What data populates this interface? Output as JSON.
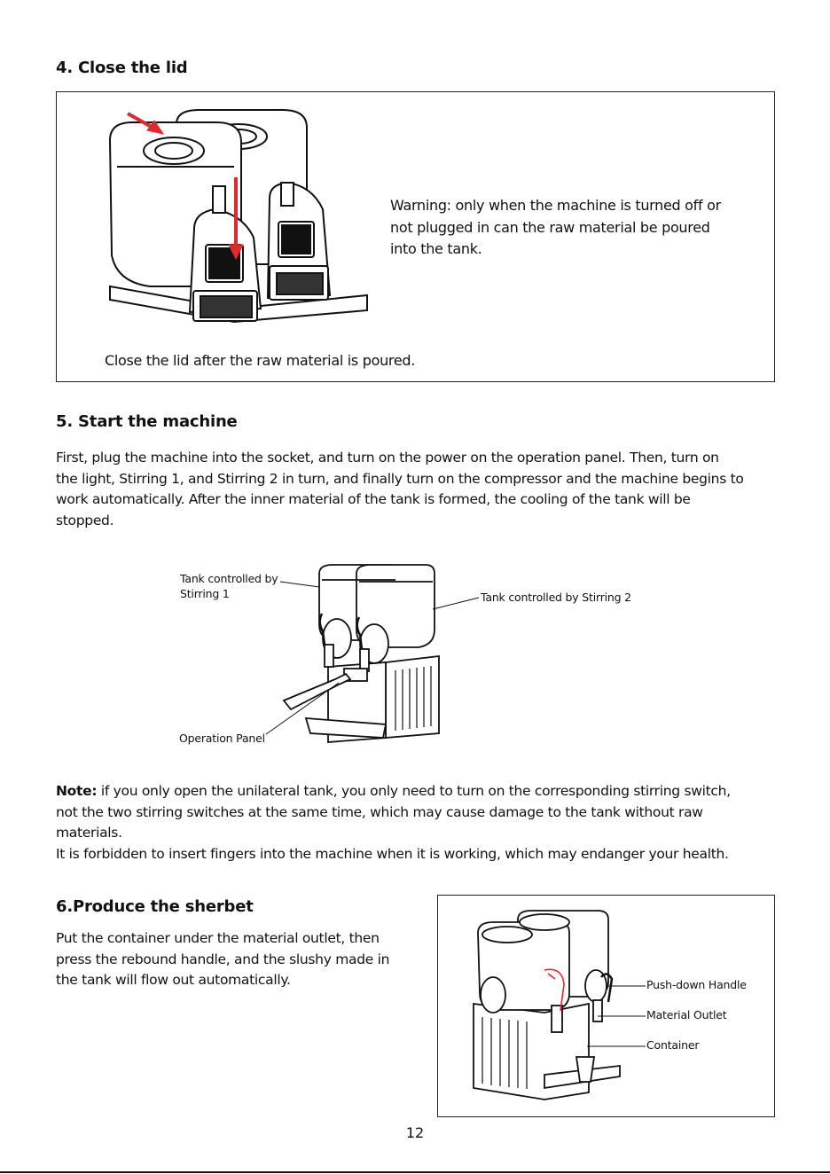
{
  "section4": {
    "heading": "4. Close the lid",
    "warning": [
      "Warning: only when the machine is turned off or",
      "not plugged in can the raw material be poured",
      "into the tank."
    ],
    "caption": "Close the lid after the raw material is poured."
  },
  "section5": {
    "heading": "5. Start the machine",
    "body": [
      "First, plug the machine into the socket, and turn on the power on the operation panel. Then, turn on",
      "the light, Stirring 1, and Stirring 2 in turn, and finally turn on the compressor and the machine begins to",
      "work automatically. After the inner material of the tank is formed, the cooling of the tank will be",
      "stopped."
    ],
    "labels": {
      "tank1": [
        "Tank controlled by",
        "Stirring 1"
      ],
      "tank2": "Tank controlled by Stirring 2",
      "panel": "Operation Panel"
    }
  },
  "note": {
    "lead": "Note:",
    "line1": " if you only open the unilateral tank, you only need to turn on the corresponding stirring switch,",
    "line2": "not the two stirring switches at the same time, which may cause damage to the tank without raw",
    "line3": "materials.",
    "line4": "It is forbidden to insert fingers into the machine when it is working, which may endanger your health."
  },
  "section6": {
    "heading": "6.Produce the sherbet",
    "body": [
      "Put the container under the material outlet, then",
      "press the rebound handle, and the slushy made in",
      "the tank will flow out automatically."
    ],
    "labels": {
      "handle": "Push-down Handle",
      "outlet": "Material Outlet",
      "container": "Container"
    }
  },
  "page_number": "12",
  "colors": {
    "arrow": "#e0282e",
    "ink": "#111111"
  }
}
